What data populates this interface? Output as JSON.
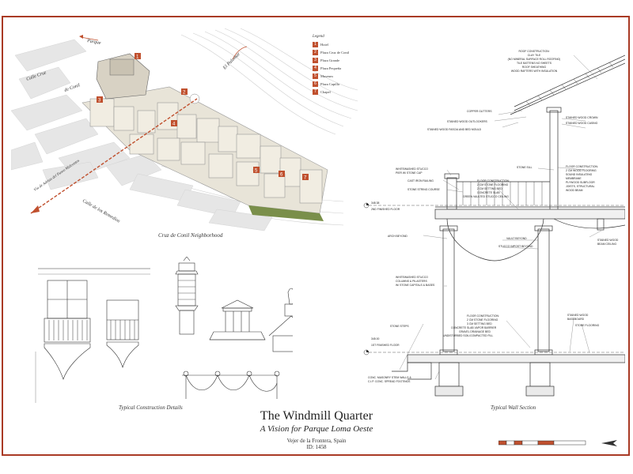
{
  "sheet": {
    "title": "The Windmill Quarter",
    "subtitle": "A Vision for Parque Loma Oeste",
    "location": "Vejer de la Frontera, Spain",
    "project_id": "ID: 1458"
  },
  "captions": {
    "neighborhood": "Cruz de Conil Neighborhood",
    "details": "Typical Construction Details",
    "wall_section": "Typical Wall Section"
  },
  "legend": {
    "title": "Legend",
    "items": [
      {
        "num": "1",
        "label": "Hotel"
      },
      {
        "num": "2",
        "label": "Plaza Cruz de Conil"
      },
      {
        "num": "3",
        "label": "Plaza Grande"
      },
      {
        "num": "4",
        "label": "Plaza Pequeña"
      },
      {
        "num": "5",
        "label": "Museum"
      },
      {
        "num": "6",
        "label": "Plaza Capilla"
      },
      {
        "num": "7",
        "label": "Chapel"
      }
    ]
  },
  "streets": {
    "parque": "Parque",
    "calle_cruz": "Calle Cruz",
    "de_conil": "de Conil",
    "el_palomar": "El Palomar",
    "via_angulo": "Vía de Adrian del Paseo Malcontos",
    "remedios": "Calle de los Remedios"
  },
  "section_notes": {
    "roof": [
      "ROOF CONSTRUCTION:",
      "CLAY TILE",
      "(NO MINERAL SURFACE ROLL ROOFING)",
      "TILE BATTENS NO SHEETS",
      "ROOF SHEATHING",
      "WOOD RAFTERS WITH INSULATION"
    ],
    "copper_gutters": "COPPER GUTTERS",
    "outlookers": "STAINED WOOD OUTLOOKERS",
    "fascia": "STAINED WOOD FASCIA AND BED MOULD",
    "crown": "STAINED WOOD CROWN",
    "casing": "STAINED WOOD CASING",
    "cap": [
      "WHITEWASHED STUCCO",
      "PIER W/ STONE CAP"
    ],
    "railing": "CAST IRON RAILING",
    "stringcourse": "STONE STRING COURSE",
    "stone_sill": "STONE SILL",
    "floor2": [
      "FLOOR CONSTRUCTION:",
      "2 CM STONE FLOORING",
      "2 CM SETTING BED",
      "CONCRETE SLAB",
      "GREEN VAULTED STUCCO CEILING"
    ],
    "floor_wood": [
      "FLOOR CONSTRUCTION:",
      "2 CM WOOD FLOORING",
      "SOUND INSULATING",
      "MEMBRANE",
      "PLYWOOD SUBFLOOR",
      "JOISTS, STRUCTURAL",
      "WOOD BEAM"
    ],
    "level2": "2ND FINISHED FLOOR",
    "level2_val": "348.38",
    "arch": "ARCH BEYOND",
    "vault": "VAULT BEYOND",
    "impost": "STUCCO IMPOST BEYOND",
    "beam": [
      "STAINED WOOD",
      "BEAM CEILING"
    ],
    "columns": [
      "WHITEWASHED STUCCO",
      "COLUMNS & PILASTERS",
      "W/ STONE CAPITALS & BASES"
    ],
    "floor1": [
      "FLOOR CONSTRUCTION:",
      "2 CM STONE FLOORING",
      "3 CM SETTING BED",
      "CONCRETE SLAB VAPOR BARRIER",
      "GRAVEL DRAINAGE BED",
      "UNDISTURBED SOIL/COMPACTED FILL"
    ],
    "baseboard": [
      "STAINED WOOD",
      "BASEBOARD"
    ],
    "stone_flooring": "STONE FLOORING",
    "stone_steps": "STONE STEPS",
    "level1": "1ST FINISHED FLOOR",
    "level1_val": "345.00",
    "footings": [
      "CONC. MASONRY STEM WALLS &",
      "C.I.P. CONC. SPREAD FOOTINGS"
    ]
  },
  "colors": {
    "accent": "#c0502e",
    "border": "#a93a25"
  }
}
